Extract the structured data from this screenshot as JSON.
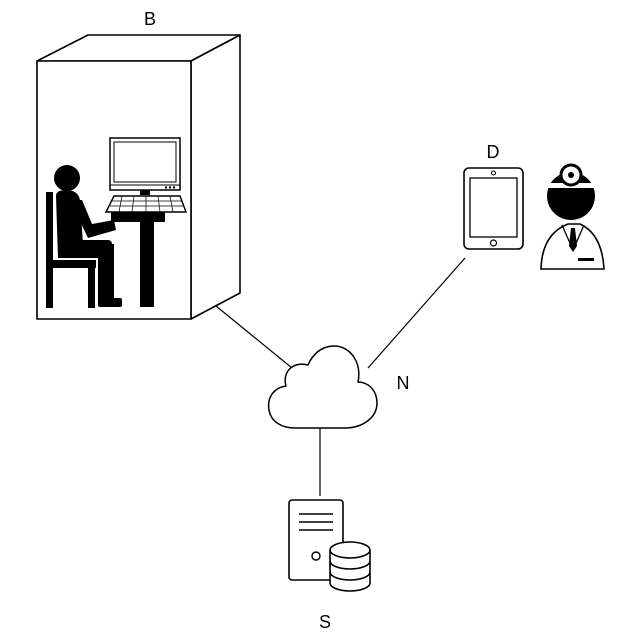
{
  "labels": {
    "booth": "B",
    "device": "D",
    "network": "N",
    "server": "S"
  },
  "colors": {
    "stroke": "#000000",
    "background": "#ffffff"
  },
  "icons": {
    "booth": "booth-cabinet-icon",
    "person": "seated-person-icon",
    "monitor": "monitor-icon",
    "keyboard": "keyboard-icon",
    "tablet": "tablet-icon",
    "doctor": "doctor-icon",
    "cloud": "cloud-icon",
    "server": "server-icon",
    "database": "database-icon"
  }
}
